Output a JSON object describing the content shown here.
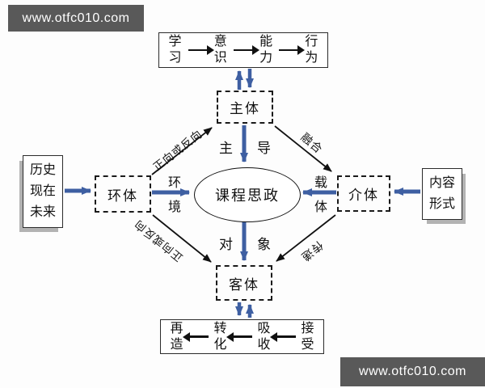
{
  "watermark": {
    "top": "www.otfc010.com",
    "bottom": "www.otfc010.com"
  },
  "center": {
    "label": "课程思政"
  },
  "nodes": {
    "subject": "主体",
    "object": "客体",
    "environment": "环体",
    "medium": "介体"
  },
  "side_boxes": {
    "left": {
      "lines": [
        "历史",
        "现在",
        "未来"
      ]
    },
    "right": {
      "lines": [
        "内容",
        "形式"
      ]
    }
  },
  "top_chain": {
    "items": [
      "学习",
      "意识",
      "能力",
      "行为"
    ]
  },
  "bottom_chain": {
    "items": [
      "再造",
      "转化",
      "吸收",
      "接受"
    ]
  },
  "edge_labels": {
    "lead": "主导",
    "target": "对象",
    "environment": "环境",
    "carrier": "载体",
    "forward_or_reverse_top": "正向或反向",
    "forward_or_reverse_bottom": "正向或反向",
    "fusion": "融合",
    "transfer": "传递"
  },
  "colors": {
    "arrow_blue": "#3e5fa2",
    "line_black": "#111111",
    "watermark_bg": "#595959"
  }
}
